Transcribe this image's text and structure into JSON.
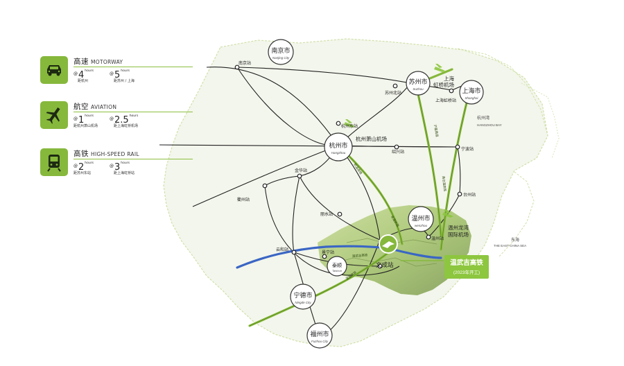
{
  "legend": {
    "motorway": {
      "cn": "高速",
      "en": "MOTORWAY",
      "t1": "4",
      "t2": "5",
      "unit": "hours",
      "at": "@",
      "sub1": "距杭州",
      "sub2": "距苏州 / 上海"
    },
    "aviation": {
      "cn": "航空",
      "en": "AVIATION",
      "t1": "1",
      "t2": "2.5",
      "unit": "hours",
      "at": "@",
      "sub1": "距杭州萧山机场",
      "sub2": "距上海虹桥机场"
    },
    "rail": {
      "cn": "高铁",
      "en": "HIGH-SPEED RAIL",
      "t1": "2",
      "t2": "3",
      "unit": "hours",
      "at": "@",
      "sub1": "距苏州东站",
      "sub2": "距上海虹桥站"
    }
  },
  "cities": {
    "nanjing": {
      "cn": "南京市",
      "en": "Nanjing City"
    },
    "suzhou": {
      "cn": "苏州市",
      "en": "Suzhou"
    },
    "shanghai": {
      "cn": "上海市",
      "en": "Shanghai"
    },
    "hangzhou": {
      "cn": "杭州市",
      "en": "Hangzhou"
    },
    "wenzhou": {
      "cn": "温州市",
      "en": "wenzhou"
    },
    "taishun": {
      "cn": "泰顺",
      "en": "Taishun"
    },
    "ningde": {
      "cn": "宁德市",
      "en": "Ningde City"
    },
    "fuzhou": {
      "cn": "福州市",
      "en": "Fuzhou City"
    }
  },
  "stations": {
    "nanjing_station": "南京站",
    "suzhou_north": "苏州北站",
    "hongqiao_station": "上海虹桥站",
    "hangzhou_east": "杭州东站",
    "shaoxing": "绍兴站",
    "ningbo": "宁波站",
    "jinhua": "金华站",
    "quzhou": "衢州站",
    "lishui": "丽水站",
    "taizhou": "台州站",
    "wenzhou_station": "温州站",
    "yunhe": "云和站",
    "jingning": "景宁站",
    "wencheng": "文成站"
  },
  "airports": {
    "hongqiao": [
      "上海",
      "虹桥机场"
    ],
    "xiaoshan": "杭州萧山机场",
    "longwan": [
      "温州龙湾",
      "国际机场"
    ]
  },
  "water": {
    "hangzhou_bay_cn": "杭州湾",
    "hangzhou_bay_en": "HANGZHOU BAY",
    "east_sea_cn": "东海",
    "east_sea_en": "THE EAST CHINA SEA"
  },
  "rail_labels": {
    "hangwen": "杭温高铁",
    "hushiwen": "沪嘉甬温",
    "yongtaiwen": "甬台温高铁",
    "jinwen": "金温铁路",
    "wenfu": "温福高铁",
    "wenwuji": "温武吉高铁"
  },
  "highlight": {
    "line1": "温武吉高铁",
    "line2": "(2023年开工)"
  },
  "colors": {
    "accent_green": "#86b83c",
    "highlight_box": "#8dc63f",
    "new_rail_blue": "#3a66c4",
    "land": "#f3f6ec",
    "land_outline": "#cfe0a8"
  }
}
